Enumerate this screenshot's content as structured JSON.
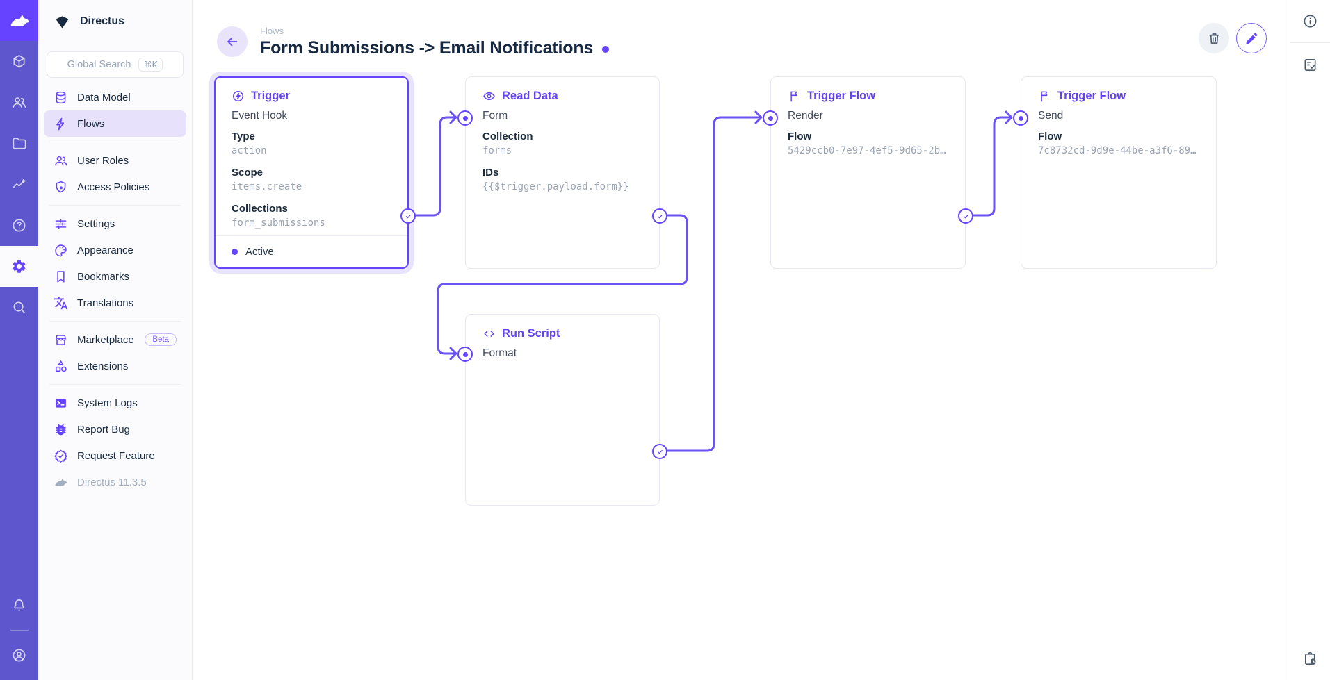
{
  "app": {
    "project_name": "Directus",
    "version": "Directus 11.3.5"
  },
  "module_bar": {
    "modules": [
      "directus-logo",
      "box-icon",
      "users-icon",
      "folder-icon",
      "insights-icon",
      "help-icon",
      "settings-gear-icon",
      "search-icon"
    ],
    "active_module": "settings",
    "bottom": [
      "bell-icon",
      "account-circle-icon"
    ]
  },
  "sidebar": {
    "search": {
      "placeholder": "Global Search",
      "shortcut": "⌘K"
    },
    "items": [
      {
        "label": "Data Model",
        "icon": "database-icon"
      },
      {
        "label": "Flows",
        "icon": "bolt-icon",
        "active": true
      },
      {
        "label": "User Roles",
        "icon": "user-roles-icon"
      },
      {
        "label": "Access Policies",
        "icon": "shield-lock-icon"
      },
      {
        "label": "Settings",
        "icon": "tune-icon"
      },
      {
        "label": "Appearance",
        "icon": "palette-icon"
      },
      {
        "label": "Bookmarks",
        "icon": "bookmark-icon"
      },
      {
        "label": "Translations",
        "icon": "translate-icon"
      },
      {
        "label": "Marketplace",
        "icon": "storefront-icon",
        "badge": "Beta"
      },
      {
        "label": "Extensions",
        "icon": "extensions-icon"
      },
      {
        "label": "System Logs",
        "icon": "terminal-icon"
      },
      {
        "label": "Report Bug",
        "icon": "bug-icon"
      },
      {
        "label": "Request Feature",
        "icon": "verified-icon"
      },
      {
        "label": "Directus 11.3.5",
        "icon": "rabbit-icon",
        "muted": true
      }
    ]
  },
  "header": {
    "breadcrumb": "Flows",
    "title": "Form Submissions -> Email Notifications",
    "status_dot_color": "#6644ff",
    "actions": [
      "trash-icon",
      "edit-pencil-icon"
    ]
  },
  "flow": {
    "trigger_card": {
      "type_label": "Trigger",
      "name": "Event Hook",
      "fields": [
        {
          "label": "Type",
          "value": "action"
        },
        {
          "label": "Scope",
          "value": "items.create"
        },
        {
          "label": "Collections",
          "value": "form_submissions"
        }
      ],
      "status": "Active"
    },
    "read_data_card": {
      "type_label": "Read Data",
      "name": "Form",
      "fields": [
        {
          "label": "Collection",
          "value": "forms"
        },
        {
          "label": "IDs",
          "value": "{{$trigger.payload.form}}"
        }
      ]
    },
    "trigger_flow_render_card": {
      "type_label": "Trigger Flow",
      "name": "Render",
      "fields": [
        {
          "label": "Flow",
          "value": "5429ccb0-7e97-4ef5-9d65-2b…"
        }
      ]
    },
    "trigger_flow_send_card": {
      "type_label": "Trigger Flow",
      "name": "Send",
      "fields": [
        {
          "label": "Flow",
          "value": "7c8732cd-9d9e-44be-a3f6-89…"
        }
      ]
    },
    "run_script_card": {
      "type_label": "Run Script",
      "name": "Format"
    }
  },
  "colors": {
    "accent": "#6644ff",
    "module_bar": "#5d56cc",
    "wire": "#6a52f4"
  }
}
